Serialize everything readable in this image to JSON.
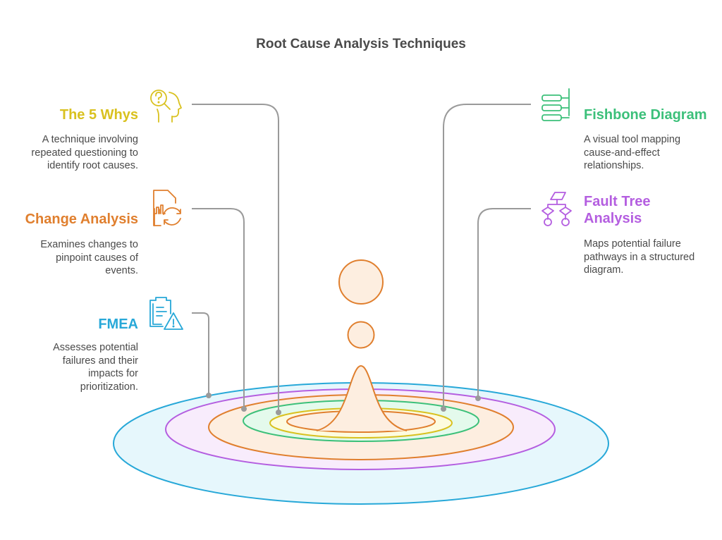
{
  "title": "Root Cause Analysis Techniques",
  "techniques": [
    {
      "id": "five-whys",
      "title": "The 5 Whys",
      "description_lines": [
        "A technique involving",
        "repeated questioning to",
        "identify root causes."
      ],
      "color": "#d9c11f",
      "icon": "head-question-icon",
      "side": "left"
    },
    {
      "id": "change-analysis",
      "title": "Change Analysis",
      "description_lines": [
        "Examines changes to",
        "pinpoint causes of",
        "events."
      ],
      "color": "#e07f2e",
      "icon": "document-chart-refresh-icon",
      "side": "left"
    },
    {
      "id": "fmea",
      "title": "FMEA",
      "description_lines": [
        "Assesses potential",
        "failures and their",
        "impacts for",
        "prioritization."
      ],
      "color": "#27a8d8",
      "icon": "clipboard-warning-icon",
      "side": "left"
    },
    {
      "id": "fishbone",
      "title": "Fishbone Diagram",
      "description_lines": [
        "A visual tool mapping",
        "cause-and-effect",
        "relationships."
      ],
      "color": "#3cc07a",
      "icon": "fishbone-icon",
      "side": "right"
    },
    {
      "id": "fault-tree",
      "title_lines": [
        "Fault Tree",
        "Analysis"
      ],
      "description_lines": [
        "Maps potential failure",
        "pathways in a structured",
        "diagram."
      ],
      "color": "#b45ee0",
      "icon": "fault-tree-icon",
      "side": "right"
    }
  ],
  "colors": {
    "connector": "#9a9a9a",
    "ring_blue": "#27a8d8",
    "fill_blue": "#e6f7fc",
    "ring_purple": "#b45ee0",
    "fill_purple": "#f8ecfc",
    "ring_orange": "#e07f2e",
    "fill_orange": "#fdeee0",
    "ring_green": "#3cc07a",
    "fill_green": "#e4faec",
    "ring_yellow": "#d9c11f",
    "fill_yellow": "#fdfbdf"
  }
}
